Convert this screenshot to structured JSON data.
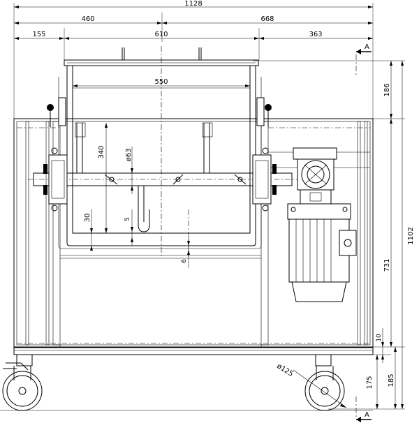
{
  "drawing": {
    "dimensions": {
      "overall_width": "1128",
      "left_section": "460",
      "right_section": "668",
      "left_margin": "155",
      "tank_width": "610",
      "right_margin": "363",
      "inner_width": "550",
      "total_height": "1102",
      "top_height": "186",
      "frame_height": "731",
      "base_thickness": "10",
      "wheel_height": "175",
      "base_to_floor": "185",
      "wheel_diameter": "ø125",
      "shaft_diameter": "ø63",
      "paddle_height": "340",
      "bottom_clearance": "30",
      "paddle_gap": "5",
      "wall_thickness": "6"
    },
    "section_marker_top": "A",
    "section_marker_bottom": "A"
  }
}
